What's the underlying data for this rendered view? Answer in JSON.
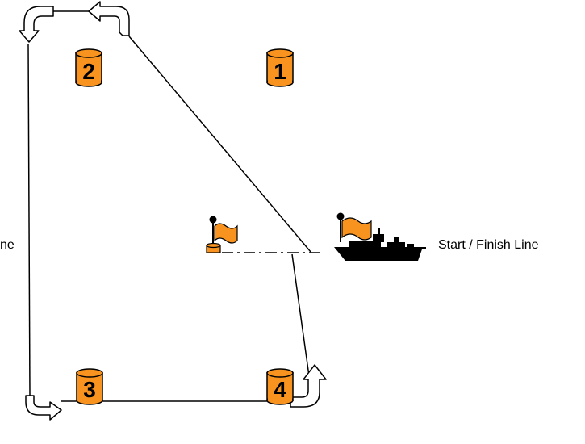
{
  "labels": {
    "start_finish": "Start / Finish Line",
    "left_cut": "ne"
  },
  "marks": [
    {
      "number": "2"
    },
    {
      "number": "1"
    },
    {
      "number": "3"
    },
    {
      "number": "4"
    }
  ],
  "colors": {
    "buoy_fill": "#f7931e",
    "buoy_stroke": "#000000",
    "flag_fill": "#f7931e",
    "line": "#000000",
    "ship": "#000000"
  },
  "icons": {
    "committee_boat": "ship-icon",
    "pin_end": "buoy-flag-icon",
    "turn": "curved-arrow-icon"
  }
}
